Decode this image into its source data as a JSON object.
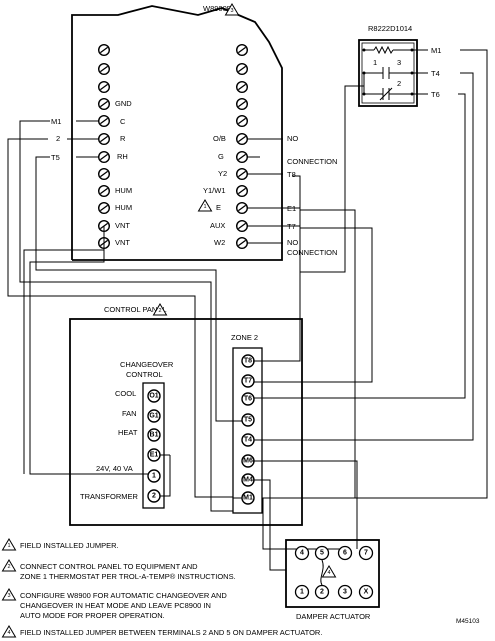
{
  "thermostat": {
    "model": "W8900B",
    "flag": "3",
    "left_labels": [
      "GND",
      "C",
      "R",
      "RH",
      "HUM",
      "HUM",
      "VNT",
      "VNT"
    ],
    "right_labels": [
      "O/B",
      "G",
      "Y2",
      "Y1/W1",
      "E",
      "AUX",
      "W2"
    ],
    "jumper_flag": "1"
  },
  "relay": {
    "model": "R8222D1014",
    "contact_labels": [
      "1",
      "3",
      "2"
    ]
  },
  "wire_labels": {
    "m1_left": "M1",
    "two_left": "2",
    "t5_left": "T5",
    "m1_right": "M1",
    "t4_right": "T4",
    "t6_right": "T6",
    "ob_no_conn_1": "NO",
    "ob_no_conn_2": "CONNECTION",
    "y2_wire": "T8",
    "e_wire": "E1",
    "aux_wire": "T7",
    "w2_no_conn_1": "NO",
    "w2_no_conn_2": "CONNECTION"
  },
  "control_panel": {
    "title": "CONTROL PANEL",
    "flag": "2",
    "zone_label": "ZONE 2",
    "zone_terminals": [
      "T8",
      "T7",
      "T6",
      "T5",
      "T4",
      "M6",
      "M4",
      "M1"
    ],
    "changeover_title_1": "CHANGEOVER",
    "changeover_title_2": "CONTROL",
    "changeover_labels": [
      "COOL",
      "FAN",
      "HEAT"
    ],
    "changeover_terminals": [
      "O1",
      "G1",
      "B1",
      "E1",
      "1",
      "2"
    ],
    "power_label": "24V, 40 VA",
    "transformer_label": "TRANSFORMER"
  },
  "damper": {
    "label": "DAMPER ACTUATOR",
    "top_terminals": [
      "4",
      "5",
      "6",
      "7"
    ],
    "bottom_terminals": [
      "1",
      "2",
      "3",
      "X"
    ],
    "flag": "4"
  },
  "notes": [
    {
      "flag": "1",
      "lines": [
        "FIELD INSTALLED JUMPER."
      ]
    },
    {
      "flag": "2",
      "lines": [
        "CONNECT CONTROL PANEL TO EQUIPMENT AND",
        "ZONE 1 THERMOSTAT PER TROL-A-TEMP® INSTRUCTIONS."
      ]
    },
    {
      "flag": "3",
      "lines": [
        "CONFIGURE W8900 FOR AUTOMATIC CHANGEOVER AND",
        "CHANGEOVER IN HEAT MODE AND LEAVE PC8900 IN",
        "AUTO MODE FOR PROPER OPERATION."
      ]
    },
    {
      "flag": "4",
      "lines": [
        "FIELD INSTALLED JUMPER BETWEEN TERMINALS 2 AND 5 ON DAMPER ACTUATOR."
      ]
    }
  ],
  "figure_id": "M45103"
}
